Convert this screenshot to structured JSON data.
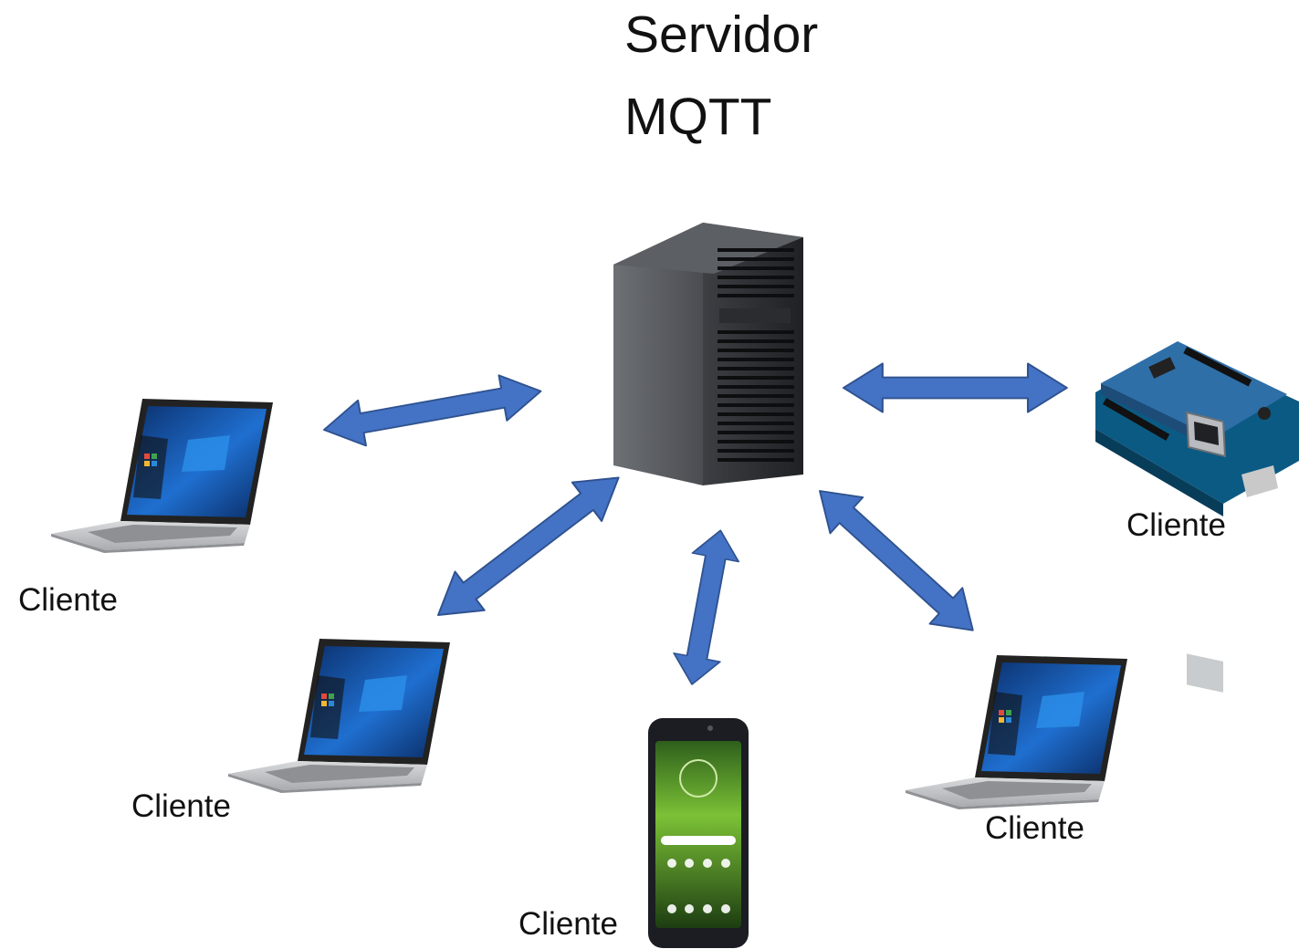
{
  "title": {
    "line1": "Servidor",
    "line2": "MQTT"
  },
  "server": {
    "icon": "server-tower-icon"
  },
  "clients": [
    {
      "label": "Cliente",
      "icon": "laptop-icon"
    },
    {
      "label": "Cliente",
      "icon": "laptop-icon"
    },
    {
      "label": "Cliente",
      "icon": "smartphone-icon"
    },
    {
      "label": "Cliente",
      "icon": "laptop-icon"
    },
    {
      "label": "Cliente",
      "icon": "arduino-board-icon"
    }
  ],
  "colors": {
    "arrow": "#4472C4",
    "arrow_stroke": "#2F528F"
  }
}
